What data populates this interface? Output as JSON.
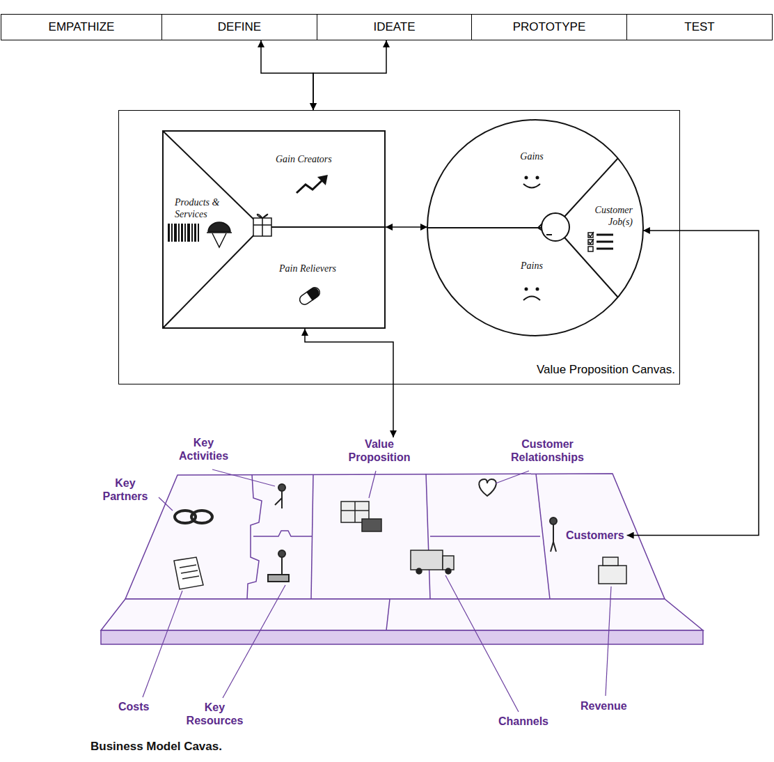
{
  "diagram": {
    "caption": "Business Model Cavas.",
    "nodes": [
      {
        "text": [
          "EMPATHIZE"
        ]
      },
      {
        "text": [
          "DEFINE"
        ]
      },
      {
        "text": [
          "IDEATE"
        ]
      },
      {
        "text": [
          "PROTOTYPE"
        ]
      },
      {
        "text": [
          "TEST"
        ]
      },
      {
        "text": [
          "Value Proposition Canvas."
        ]
      },
      {
        "text": [
          "Gain Creators",
          "Products & Services",
          "Pain Relievers"
        ],
        "in": 5
      },
      {
        "text": [
          "Gains",
          "Customer Job(s)",
          "Pains"
        ],
        "in": 5
      },
      {
        "text": [
          "Key Activities"
        ]
      },
      {
        "text": [
          "Value Proposition"
        ]
      },
      {
        "text": [
          "Customer Relationships"
        ]
      },
      {
        "text": [
          "Key Partners"
        ]
      },
      {
        "text": [
          "Customers"
        ]
      },
      {
        "text": [
          "Costs"
        ]
      },
      {
        "text": [
          "Key Resources"
        ]
      },
      {
        "text": [
          "Channels"
        ]
      },
      {
        "text": [
          "Revenue"
        ]
      }
    ],
    "edges": [
      {
        "from": 5,
        "to": 1,
        "arrow": "both"
      },
      {
        "from": 5,
        "to": 2,
        "arrow": "both"
      },
      {
        "from": 6,
        "to": 7,
        "arrow": "both"
      },
      {
        "from": 6,
        "to": 9,
        "arrow": "both"
      },
      {
        "from": 7,
        "to": 12,
        "arrow": "both"
      }
    ]
  }
}
